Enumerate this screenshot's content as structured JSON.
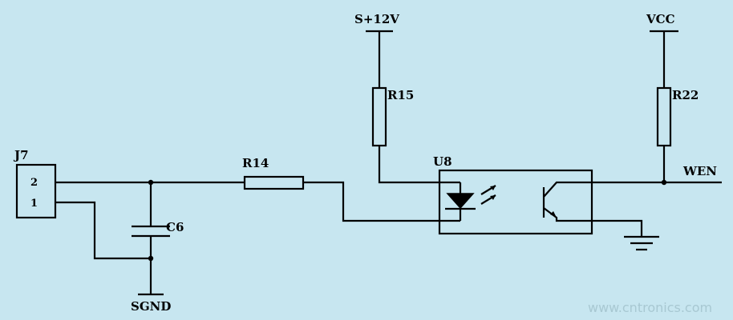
{
  "labels": {
    "j7": "J7",
    "j7_pin2": "2",
    "j7_pin1": "1",
    "r14": "R14",
    "r15": "R15",
    "r22": "R22",
    "c6": "C6",
    "u8": "U8",
    "supply_12v": "S+12V",
    "vcc": "VCC",
    "sgnd": "SGND",
    "wen": "WEN"
  },
  "watermark": "www.cntronics.com",
  "colors": {
    "background": "#c7e6f0",
    "wire": "#000000"
  }
}
